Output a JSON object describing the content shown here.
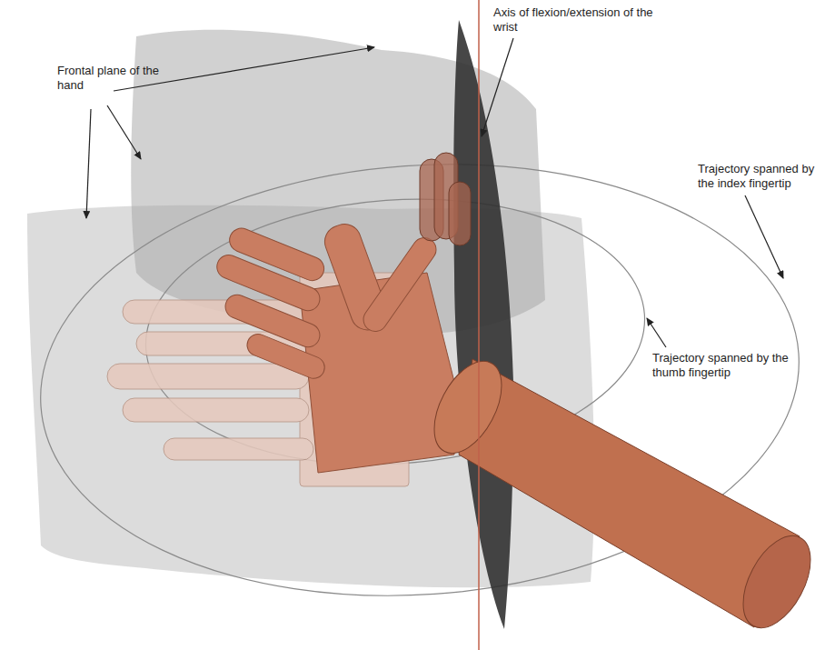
{
  "diagram": {
    "labels": [
      "Frontal plane of the hand",
      "Axis of flexion/extension of the wrist",
      "Trajectory spanned by the index fingertip",
      "Trajectory spanned by the thumb fingertip"
    ]
  }
}
